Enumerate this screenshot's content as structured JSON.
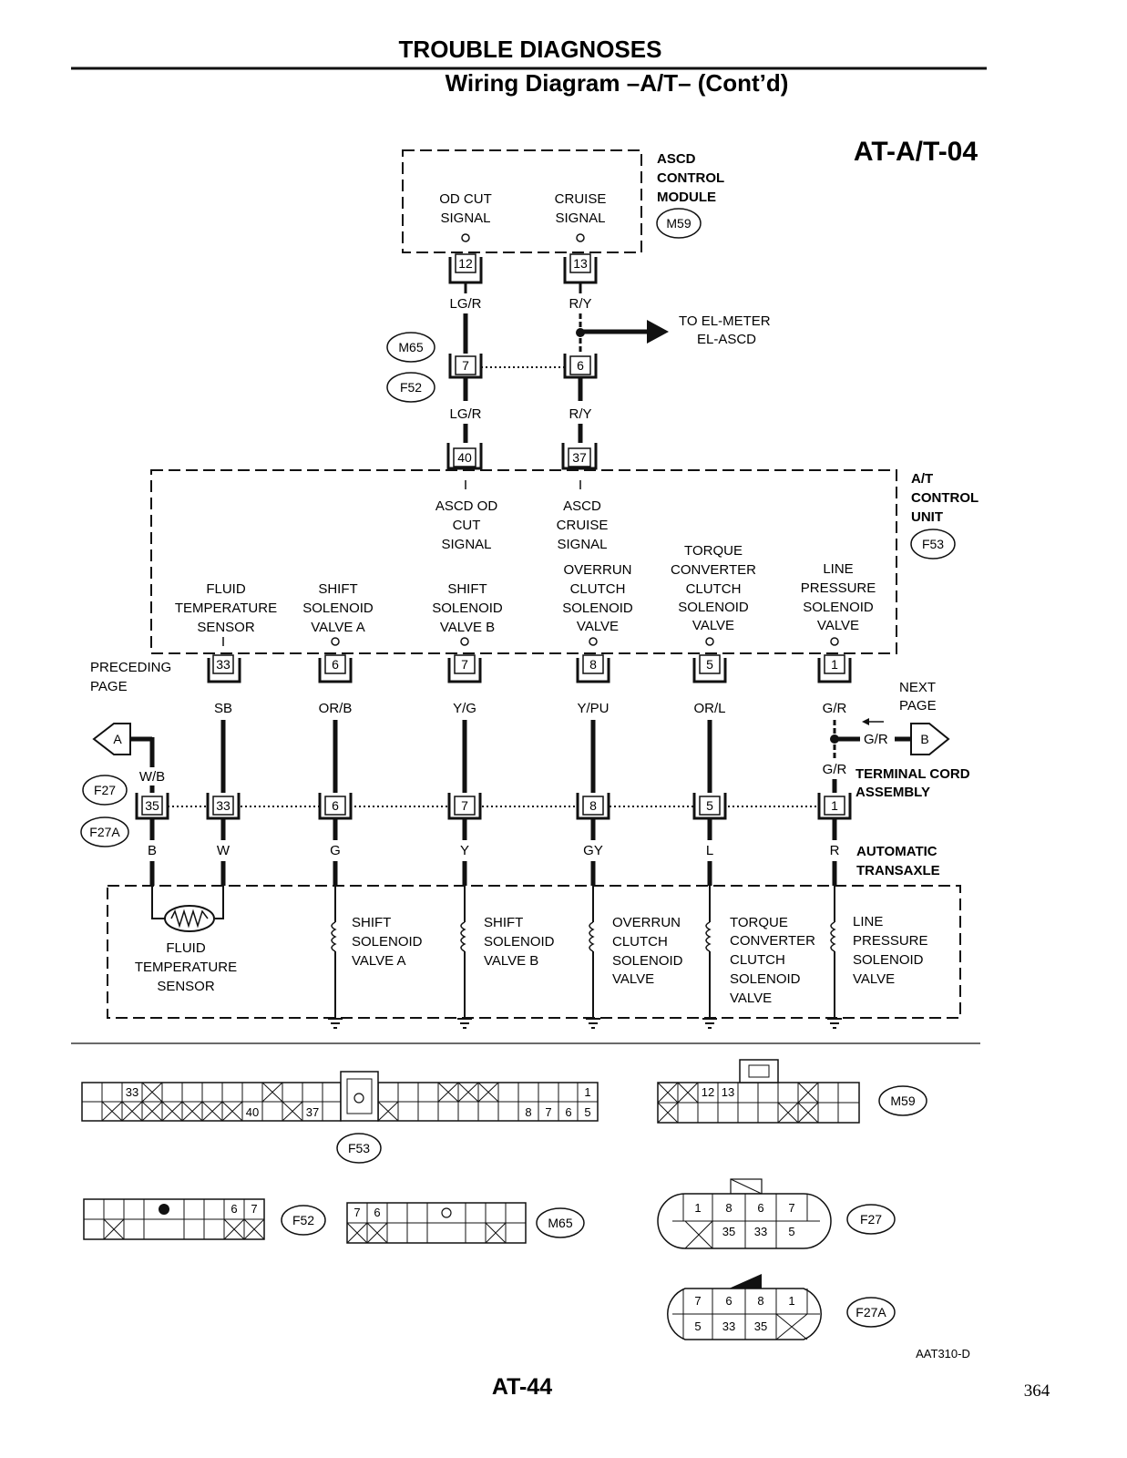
{
  "header": {
    "title": "TROUBLE DIAGNOSES",
    "subtitle": "Wiring Diagram –A/T– (Cont’d)",
    "diagram_id": "AT-A/T-04"
  },
  "ascd_module": {
    "name_lines": [
      "ASCD",
      "CONTROL",
      "MODULE"
    ],
    "connector": "M59",
    "pins": [
      {
        "label_lines": [
          "OD CUT",
          "SIGNAL"
        ],
        "terminal": "12",
        "wire": "LG/R"
      },
      {
        "label_lines": [
          "CRUISE",
          "SIGNAL"
        ],
        "terminal": "13",
        "wire": "R/Y"
      }
    ]
  },
  "branch_note": [
    "TO EL-METER",
    "EL-ASCD"
  ],
  "inline_connector": {
    "connectors": [
      "M65",
      "F52"
    ],
    "terminals": [
      "7",
      "6"
    ],
    "wires_below": [
      "LG/R",
      "R/Y"
    ]
  },
  "at_control_unit": {
    "name_lines": [
      "A/T",
      "CONTROL",
      "UNIT"
    ],
    "connector": "F53",
    "top_pins": [
      {
        "terminal": "40",
        "label_lines": [
          "ASCD OD",
          "CUT",
          "SIGNAL"
        ]
      },
      {
        "terminal": "37",
        "label_lines": [
          "ASCD",
          "CRUISE",
          "SIGNAL"
        ]
      }
    ],
    "bottom_pins": [
      {
        "label_lines": [
          "FLUID",
          "TEMPERATURE",
          "SENSOR"
        ],
        "terminal": "33",
        "wire": "SB"
      },
      {
        "label_lines": [
          "SHIFT",
          "SOLENOID",
          "VALVE  A"
        ],
        "terminal": "6",
        "wire": "OR/B"
      },
      {
        "label_lines": [
          "SHIFT",
          "SOLENOID",
          "VALVE B"
        ],
        "terminal": "7",
        "wire": "Y/G"
      },
      {
        "label_lines": [
          "OVERRUN",
          "CLUTCH",
          "SOLENOID",
          "VALVE"
        ],
        "terminal": "8",
        "wire": "Y/PU"
      },
      {
        "label_lines": [
          "TORQUE",
          "CONVERTER",
          "CLUTCH",
          "SOLENOID",
          "VALVE"
        ],
        "terminal": "5",
        "wire": "OR/L"
      },
      {
        "label_lines": [
          "LINE",
          "PRESSURE",
          "SOLENOID",
          "VALVE"
        ],
        "terminal": "1",
        "wire": "G/R"
      }
    ]
  },
  "preceding_page": {
    "label_lines": [
      "PRECEDING",
      "PAGE"
    ],
    "ref": "A",
    "wire": "W/B"
  },
  "next_page": {
    "label_lines": [
      "NEXT",
      "PAGE"
    ],
    "ref": "B",
    "wire": "G/R",
    "wire_below": "G/R"
  },
  "terminal_cord": {
    "name_lines": [
      "TERMINAL CORD",
      "ASSEMBLY"
    ],
    "connectors": [
      "F27",
      "F27A"
    ],
    "terminals": [
      "35",
      "33",
      "6",
      "7",
      "8",
      "5",
      "1"
    ],
    "wires_below": [
      "B",
      "W",
      "G",
      "Y",
      "GY",
      "L",
      "R"
    ]
  },
  "transaxle": {
    "name_lines": [
      "AUTOMATIC",
      "TRANSAXLE"
    ],
    "sensor_lines": [
      "FLUID",
      "TEMPERATURE",
      "SENSOR"
    ],
    "solenoids": [
      {
        "label_lines": [
          "SHIFT",
          "SOLENOID",
          "VALVE A"
        ]
      },
      {
        "label_lines": [
          "SHIFT",
          "SOLENOID",
          "VALVE B"
        ]
      },
      {
        "label_lines": [
          "OVERRUN",
          "CLUTCH",
          "SOLENOID",
          "VALVE"
        ]
      },
      {
        "label_lines": [
          "TORQUE",
          "CONVERTER",
          "CLUTCH",
          "SOLENOID",
          "VALVE"
        ]
      },
      {
        "label_lines": [
          "LINE",
          "PRESSURE",
          "SOLENOID",
          "VALVE"
        ]
      }
    ]
  },
  "connector_faces": {
    "F53": {
      "label": "F53",
      "top_nums": [
        "33",
        "1"
      ],
      "bottom_nums": [
        "40",
        "37",
        "8",
        "7",
        "6",
        "5"
      ]
    },
    "M59": {
      "label": "M59",
      "nums": [
        "12",
        "13"
      ]
    },
    "F52": {
      "label": "F52",
      "nums": [
        "6",
        "7"
      ]
    },
    "M65": {
      "label": "M65",
      "nums": [
        "7",
        "6"
      ]
    },
    "F27": {
      "label": "F27",
      "top": [
        "1",
        "8",
        "6",
        "7"
      ],
      "bottom": [
        "35",
        "33",
        "5"
      ]
    },
    "F27A": {
      "label": "F27A",
      "top": [
        "7",
        "6",
        "8",
        "1"
      ],
      "bottom": [
        "5",
        "33",
        "35"
      ]
    }
  },
  "footer": {
    "code": "AAT310-D",
    "page_label": "AT-44",
    "page_number": "364"
  }
}
